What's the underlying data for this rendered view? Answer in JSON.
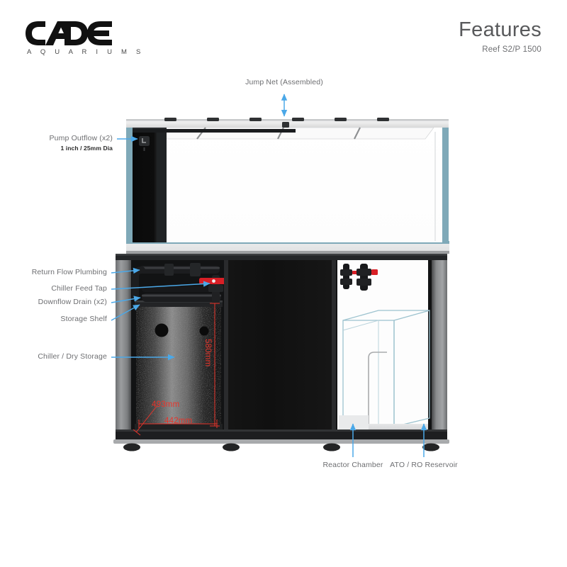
{
  "brand": {
    "name": "CADE",
    "tagline": "A Q U A R I U M S"
  },
  "header": {
    "title": "Features",
    "subtitle": "Reef S2/P 1500"
  },
  "colors": {
    "arrow_blue": "#4ba8e8",
    "dimension_red": "#e8342a",
    "label_grey": "#6d6e71",
    "glass_teal": "#7fa9b8",
    "cabinet_black": "#111111",
    "valve_red": "#d81f26"
  },
  "callouts": {
    "jump_net": {
      "label": "Jump Net (Assembled)",
      "position": "top-center"
    },
    "pump_outflow": {
      "label": "Pump Outflow (x2)",
      "sublabel": "1 inch / 25mm Dia",
      "position": "left"
    },
    "return_flow": {
      "label": "Return Flow Plumbing",
      "position": "left"
    },
    "chiller_feed_tap": {
      "label": "Chiller Feed Tap",
      "position": "left"
    },
    "downflow_drain": {
      "label": "Downflow Drain (x2)",
      "position": "left"
    },
    "storage_shelf": {
      "label": "Storage Shelf",
      "position": "left"
    },
    "chiller_dry_storage": {
      "label": "Chiller / Dry Storage",
      "position": "left"
    },
    "reactor_chamber": {
      "label": "Reactor Chamber",
      "position": "bottom"
    },
    "ato_ro_reservoir": {
      "label": "ATO / RO Reservoir",
      "position": "bottom"
    }
  },
  "dimensions": {
    "height_580": "580mm",
    "depth_493": "493mm",
    "width_442": "442mm"
  },
  "icons": {
    "arrow": "arrow-icon",
    "double_arrow": "double-arrow-icon"
  }
}
